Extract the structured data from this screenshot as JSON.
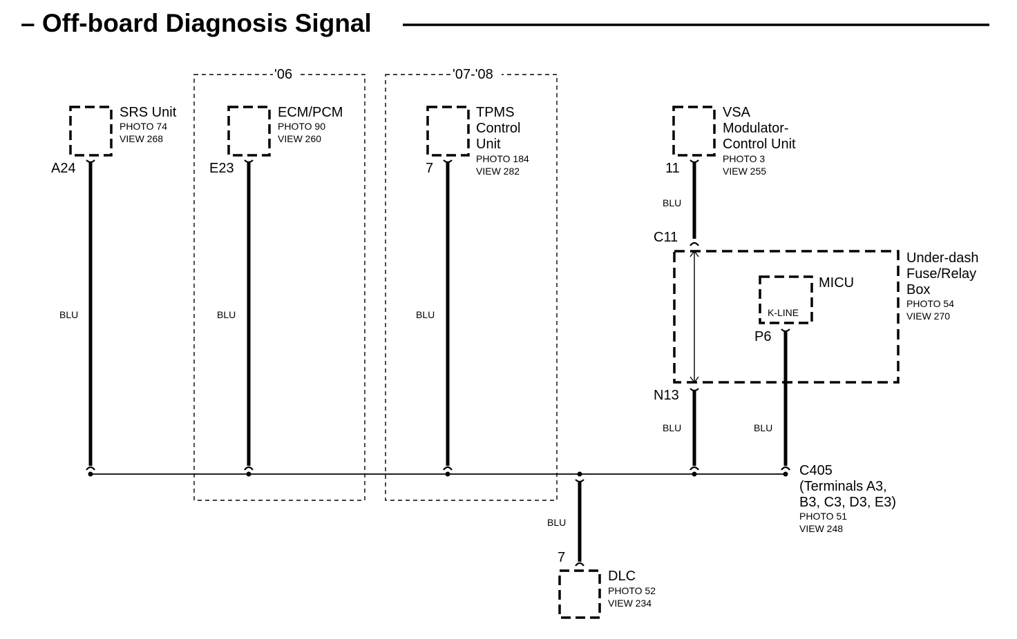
{
  "title": "– Off-board Diagnosis Signal",
  "zones": {
    "zone_06": "'06",
    "zone_07_08": "'07-'08"
  },
  "components": {
    "srs": {
      "name": "SRS Unit",
      "photo": "PHOTO 74",
      "view": "VIEW 268",
      "pin": "A24",
      "wire": "BLU"
    },
    "ecm": {
      "name": "ECM/PCM",
      "photo": "PHOTO 90",
      "view": "VIEW 260",
      "pin": "E23",
      "wire": "BLU"
    },
    "tpms": {
      "name_lines": [
        "TPMS",
        "Control",
        "Unit"
      ],
      "photo": "PHOTO 184",
      "view": "VIEW 282",
      "pin": "7",
      "wire": "BLU"
    },
    "vsa": {
      "name_lines": [
        "VSA",
        "Modulator-",
        "Control Unit"
      ],
      "photo": "PHOTO 3",
      "view": "VIEW 255",
      "pin": "11",
      "wire": "BLU"
    },
    "fuse_box": {
      "name_lines": [
        "Under-dash",
        "Fuse/Relay",
        "Box"
      ],
      "photo": "PHOTO 54",
      "view": "VIEW 270",
      "pin_in": "C11",
      "pin_out": "N13",
      "wire_out": "BLU"
    },
    "micu": {
      "name": "MICU",
      "terminal": "K-LINE",
      "pin": "P6",
      "wire": "BLU"
    },
    "c405": {
      "name": "C405",
      "line2": "(Terminals A3,",
      "line3": "B3, C3, D3, E3)",
      "photo": "PHOTO 51",
      "view": "VIEW 248"
    },
    "dlc": {
      "name": "DLC",
      "photo": "PHOTO 52",
      "view": "VIEW 234",
      "pin": "7",
      "wire": "BLU"
    }
  }
}
